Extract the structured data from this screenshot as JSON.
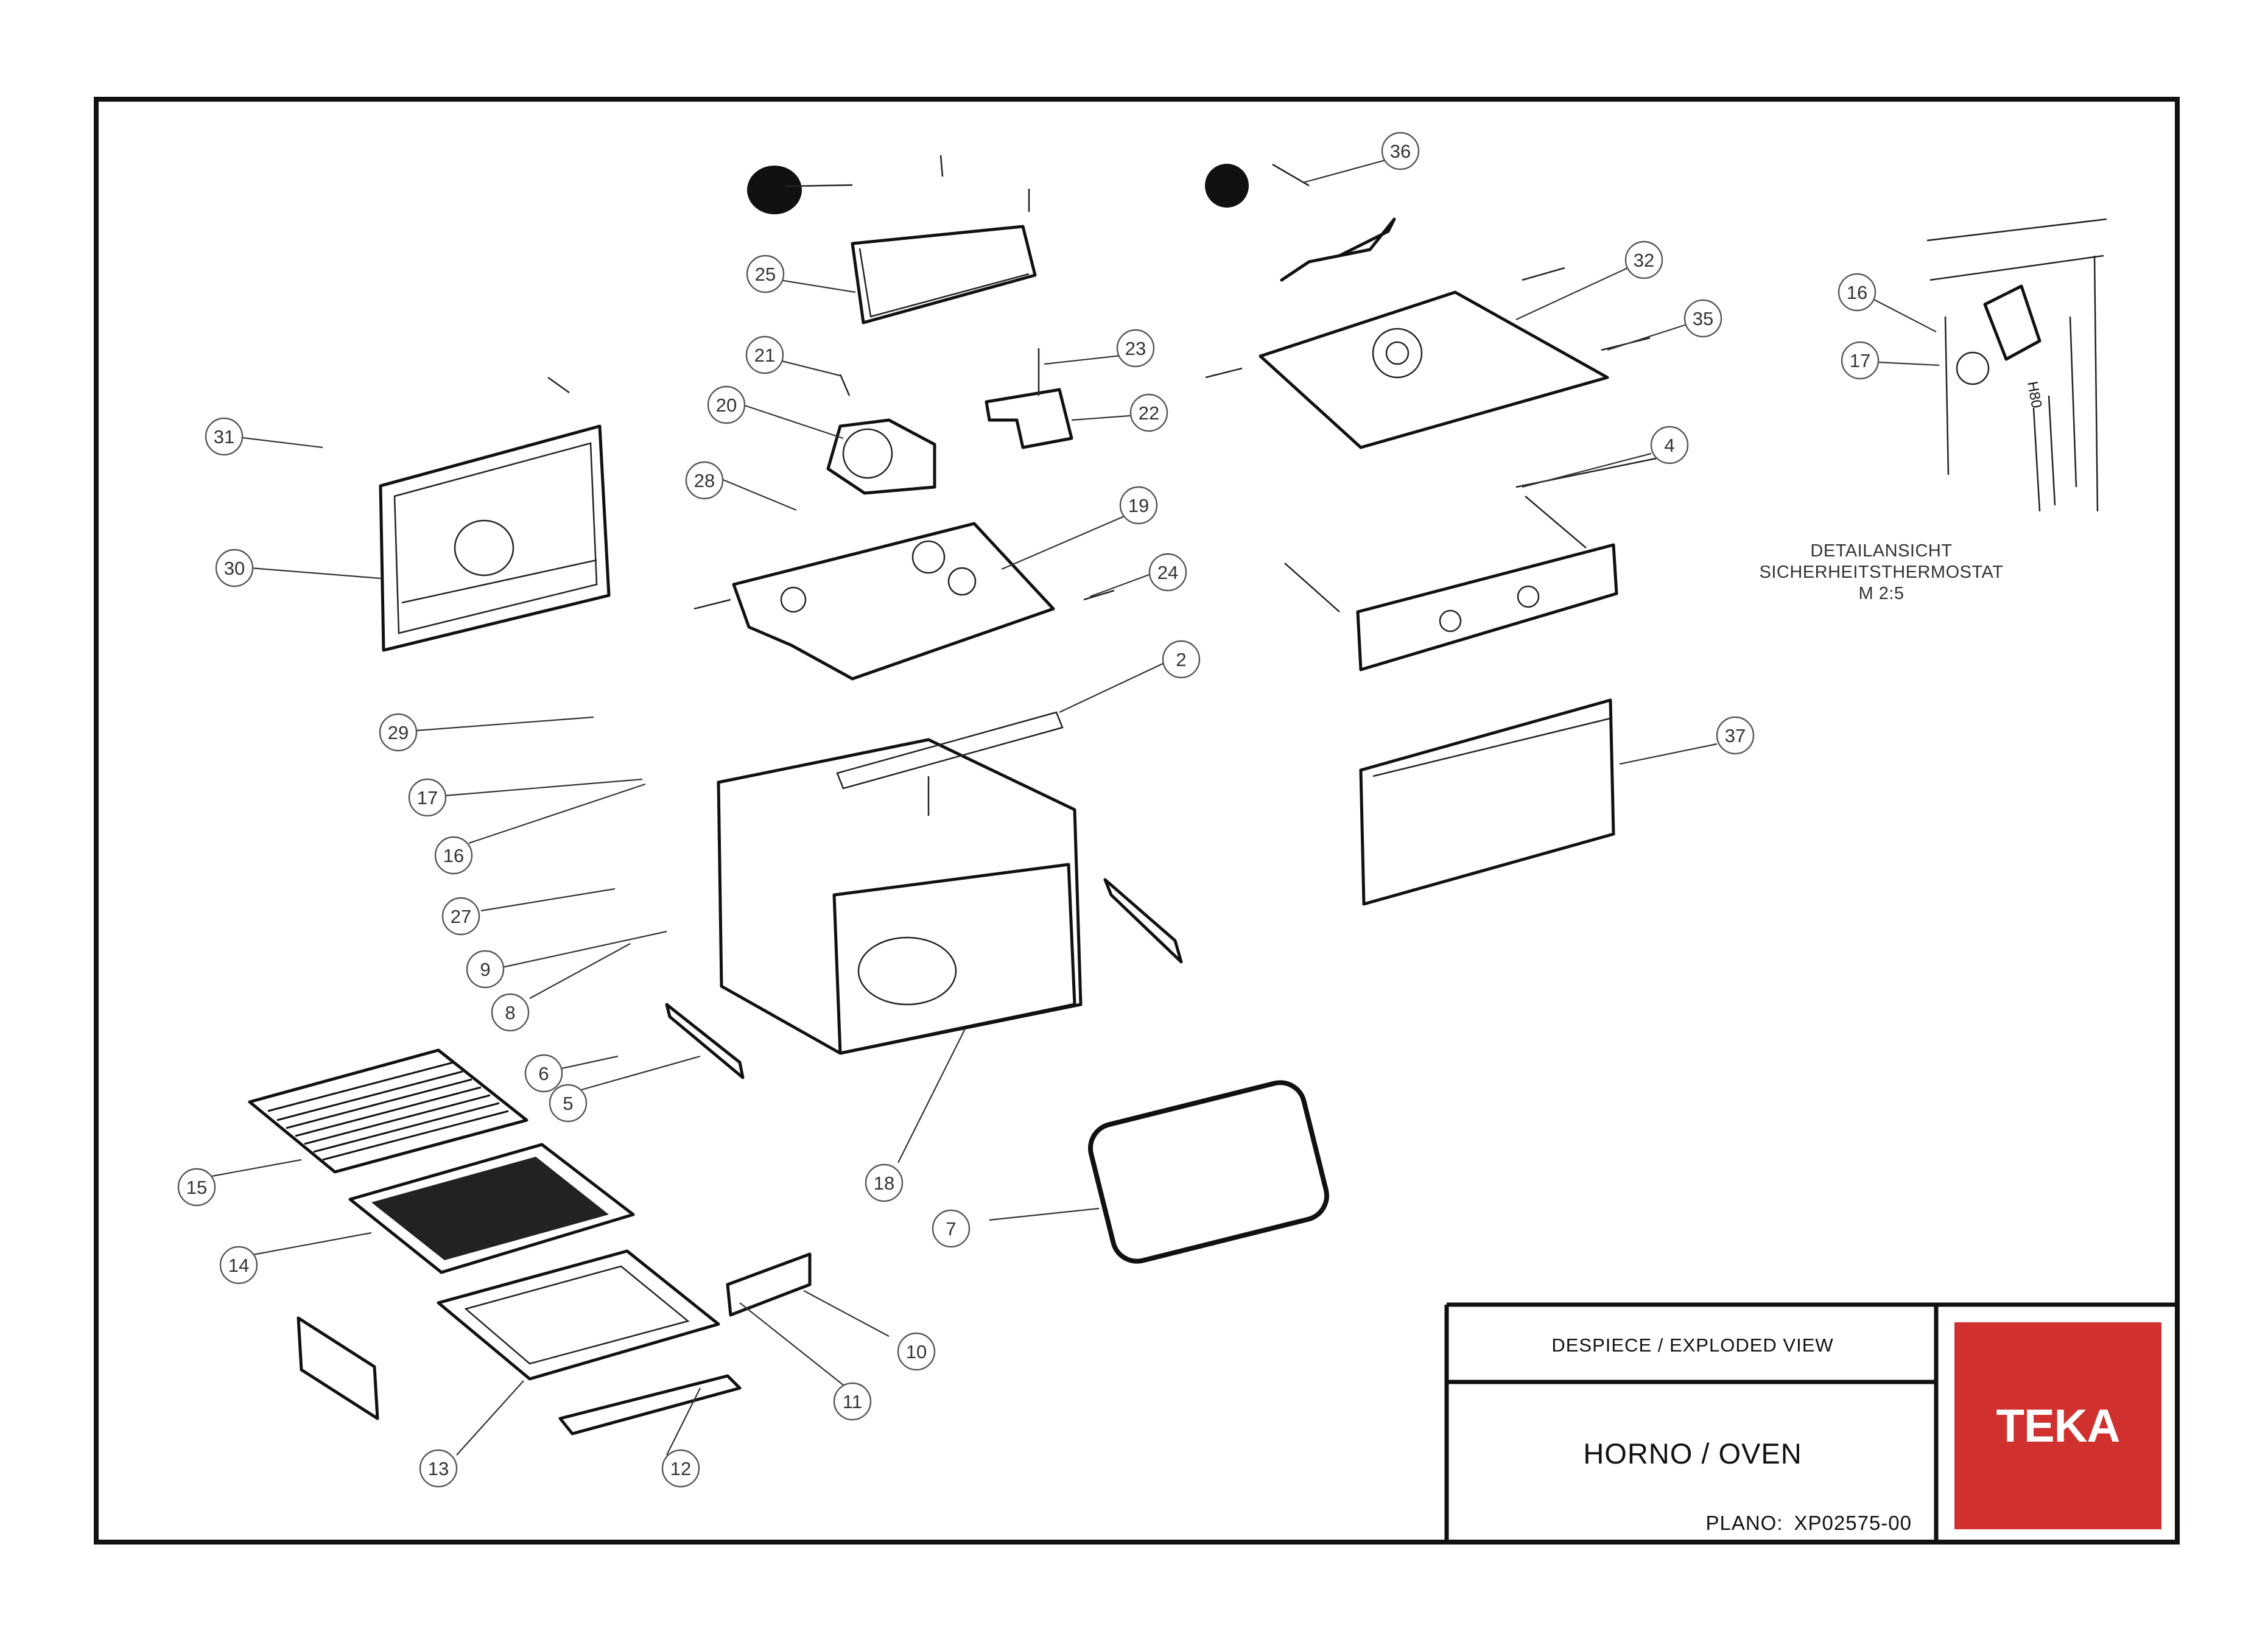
{
  "drawing": {
    "frame_color": "#111111",
    "brand_color": "#d0302e",
    "callouts": [
      "2",
      "4",
      "5",
      "6",
      "7",
      "8",
      "9",
      "10",
      "11",
      "12",
      "13",
      "14",
      "15",
      "16",
      "17",
      "18",
      "19",
      "20",
      "21",
      "22",
      "23",
      "24",
      "25",
      "27",
      "28",
      "29",
      "30",
      "31",
      "32",
      "35",
      "36",
      "37"
    ],
    "detail_callouts": [
      "16",
      "17"
    ]
  },
  "detail": {
    "line1": "DETAILANSICHT",
    "line2": "SICHERHEITSTHERMOSTAT",
    "line3": "M 2:5",
    "plate_text": "H80"
  },
  "title_block": {
    "view_label": "DESPIECE / EXPLODED VIEW",
    "title": "HORNO / OVEN",
    "plano_label": "PLANO:",
    "plano_value": "XP02575-00",
    "logo_text": "TEKA"
  }
}
